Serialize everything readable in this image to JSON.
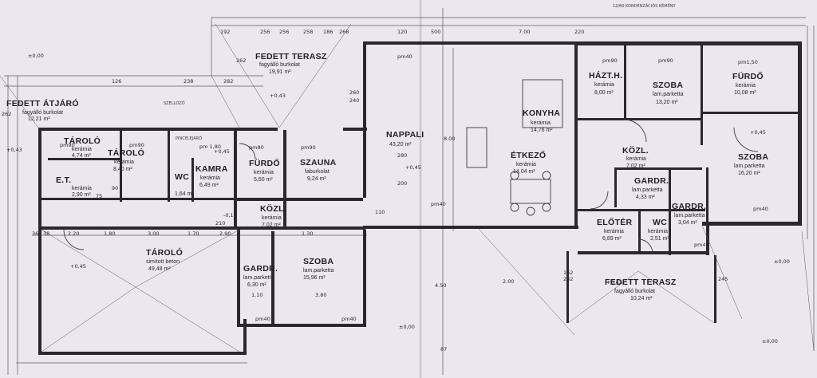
{
  "rooms": [
    {
      "id": "fedett-atjaro",
      "name": "FEDETT ÁTJÁRÓ",
      "lines": [
        "fagyálló burkolat",
        "12,21 m²"
      ]
    },
    {
      "id": "fedett-terasz-top",
      "name": "FEDETT TERASZ",
      "lines": [
        "fagyálló burkolat",
        "19,91 m²"
      ]
    },
    {
      "id": "taroló-1",
      "name": "TÁROLÓ",
      "lines": [
        "kerámia",
        "4,74 m²"
      ]
    },
    {
      "id": "taroló-2",
      "name": "TÁROLÓ",
      "lines": [
        "kerámia",
        "8,40 m²"
      ]
    },
    {
      "id": "et",
      "name": "E.T.",
      "lines": [
        "kerámia",
        "2,90 m²"
      ]
    },
    {
      "id": "wc-1",
      "name": "WC",
      "lines": [
        "1,64 m²"
      ]
    },
    {
      "id": "kamra",
      "name": "KAMRA",
      "lines": [
        "kerámia",
        "6,49 m²"
      ]
    },
    {
      "id": "furdo-1",
      "name": "FÜRDŐ",
      "lines": [
        "kerámia",
        "5,60 m²"
      ]
    },
    {
      "id": "szauna",
      "name": "SZAUNA",
      "lines": [
        "faburkolat",
        "9,24 m²"
      ]
    },
    {
      "id": "kozl-1",
      "name": "KÖZL.",
      "lines": [
        "kerámia",
        "7,02 m²"
      ]
    },
    {
      "id": "nappali",
      "name": "NAPPALI",
      "lines": [
        "43,20 m²"
      ]
    },
    {
      "id": "konyha",
      "name": "KONYHA",
      "lines": [
        "kerámia",
        "14,76 m²"
      ]
    },
    {
      "id": "etkezo",
      "name": "ÉTKEZŐ",
      "lines": [
        "kerámia",
        "14,04 m²"
      ]
    },
    {
      "id": "hazt",
      "name": "HÁZT.H.",
      "lines": [
        "kerámia",
        "8,00 m²"
      ]
    },
    {
      "id": "szoba-1",
      "name": "SZOBA",
      "lines": [
        "lam.parketta",
        "13,20 m²"
      ]
    },
    {
      "id": "furdo-2",
      "name": "FÜRDŐ",
      "lines": [
        "kerámia",
        "10,08 m²"
      ]
    },
    {
      "id": "kozl-2",
      "name": "KÖZL.",
      "lines": [
        "kerámia",
        "7,02 m²"
      ]
    },
    {
      "id": "szoba-2",
      "name": "SZOBA",
      "lines": [
        "lam.parketta",
        "16,20 m²"
      ]
    },
    {
      "id": "gardr-1",
      "name": "GARDR.",
      "lines": [
        "lam.parketta",
        "4,33 m²"
      ]
    },
    {
      "id": "gardr-2",
      "name": "GARDR.",
      "lines": [
        "lam.parketta",
        "3,04 m²"
      ]
    },
    {
      "id": "eloter",
      "name": "ELŐTÉR",
      "lines": [
        "kerámia",
        "6,89 m²"
      ]
    },
    {
      "id": "wc-2",
      "name": "WC",
      "lines": [
        "kerámia",
        "2,51 m²"
      ]
    },
    {
      "id": "taroló-3",
      "name": "TÁROLÓ",
      "lines": [
        "simított beton",
        "49,48 m²"
      ]
    },
    {
      "id": "gardr-3",
      "name": "GARDR.",
      "lines": [
        "lam.parketta",
        "6,30 m²"
      ]
    },
    {
      "id": "szoba-3",
      "name": "SZOBA",
      "lines": [
        "lam.parketta",
        "15,96 m²"
      ]
    },
    {
      "id": "fedett-terasz-bottom",
      "name": "FEDETT TERASZ",
      "lines": [
        "fagyálló burkolat",
        "10,24 m²"
      ]
    }
  ],
  "labels": {
    "pm90": "pm90",
    "pm80": "pm80",
    "pm40": "pm40",
    "pm180": "pm 1,80",
    "pm150": "pm1,50",
    "level_0": "±0,00",
    "level_045": "+0,45",
    "level_043": "+0,43",
    "level_m15": "-0,15",
    "szellozo": "SZELLŐZŐ",
    "pincelejaro": "PINCELEJÁRÓ",
    "kondenz": "12/80 KONDENZÁCIÓS KÉMÉNY"
  },
  "dimensions": [
    "192",
    "256",
    "262",
    "238",
    "282",
    "126",
    "258",
    "186",
    "268",
    "262",
    "256",
    "260",
    "240",
    "120",
    "280",
    "200",
    "500",
    "8.00",
    "4.50",
    "2.00",
    "3.80",
    "2.20",
    "1.80",
    "1.70",
    "1.10",
    "3.00",
    "2.90",
    "1.30",
    "7.00",
    "38",
    "75",
    "90",
    "210",
    "220",
    "162",
    "282",
    "110",
    "245",
    "36",
    "87"
  ],
  "colors": {
    "paper": "#ebe7ee",
    "wall": "#2a2730",
    "ink": "#1f1d25"
  }
}
